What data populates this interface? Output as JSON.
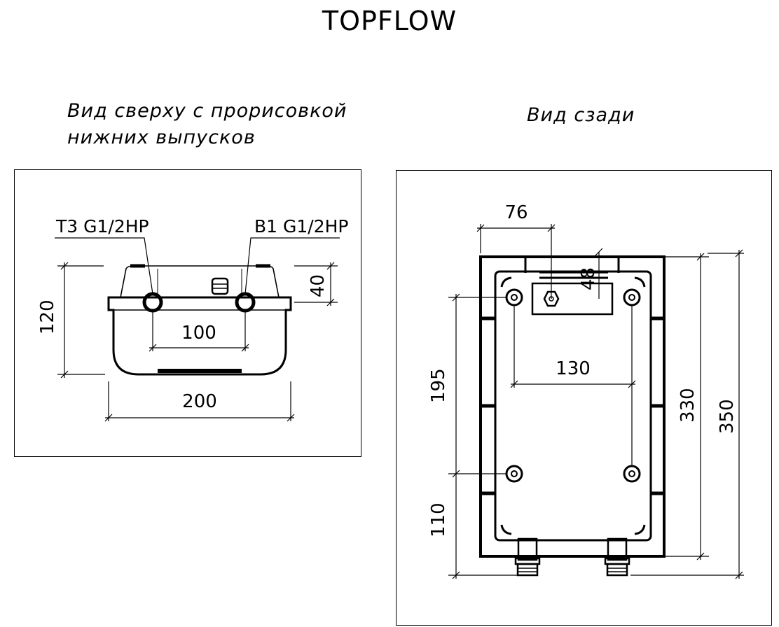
{
  "title": "TOPFLOW",
  "top_view": {
    "caption_line1": "Вид сверху с прорисовкой",
    "caption_line2": "нижних выпусков",
    "label_left_outlet": "T3 G1/2HP",
    "label_right_outlet": "B1 G1/2HP",
    "dim_height": "120",
    "dim_depth": "40",
    "dim_outlet_spacing": "100",
    "dim_width": "200"
  },
  "rear_view": {
    "caption": "Вид сзади",
    "dim_top_offset": "76",
    "dim_fitting": "48",
    "dim_mount_spacing_h": "130",
    "dim_mount_spacing_v": "195",
    "dim_bottom_offset": "110",
    "dim_inner_height": "330",
    "dim_total_height": "350"
  }
}
